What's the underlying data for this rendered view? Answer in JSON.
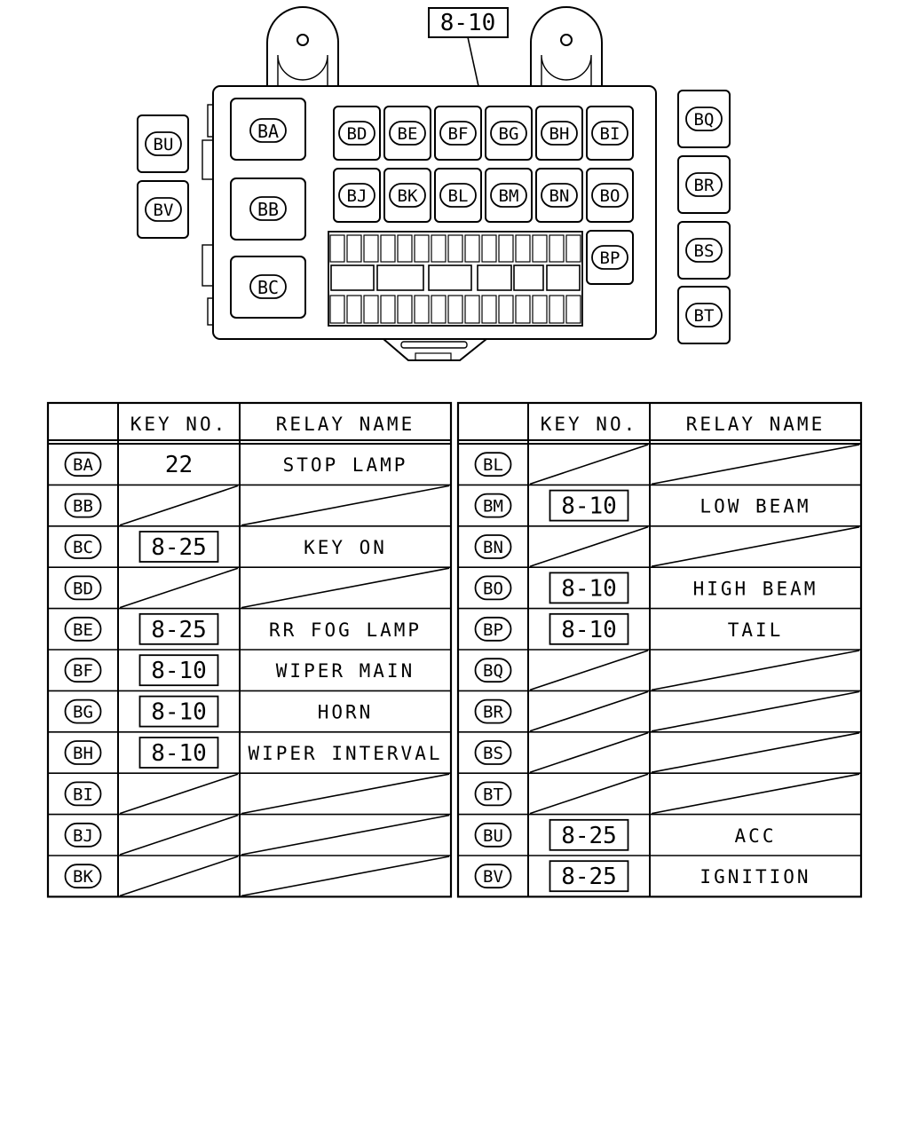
{
  "diagram": {
    "callout": "8-10",
    "connectors": {
      "BA": "BA",
      "BB": "BB",
      "BC": "BC",
      "BD": "BD",
      "BE": "BE",
      "BF": "BF",
      "BG": "BG",
      "BH": "BH",
      "BI": "BI",
      "BJ": "BJ",
      "BK": "BK",
      "BL": "BL",
      "BM": "BM",
      "BN": "BN",
      "BO": "BO",
      "BP": "BP",
      "BQ": "BQ",
      "BR": "BR",
      "BS": "BS",
      "BT": "BT",
      "BU": "BU",
      "BV": "BV"
    }
  },
  "table_left": {
    "headers": [
      "",
      "KEY NO.",
      "RELAY NAME"
    ],
    "rows": [
      {
        "id": "BA",
        "key": "22",
        "key_boxed": false,
        "name": "STOP LAMP"
      },
      {
        "id": "BB",
        "key": "",
        "key_boxed": false,
        "name": ""
      },
      {
        "id": "BC",
        "key": "8-25",
        "key_boxed": true,
        "name": "KEY ON"
      },
      {
        "id": "BD",
        "key": "",
        "key_boxed": false,
        "name": ""
      },
      {
        "id": "BE",
        "key": "8-25",
        "key_boxed": true,
        "name": "RR FOG LAMP"
      },
      {
        "id": "BF",
        "key": "8-10",
        "key_boxed": true,
        "name": "WIPER MAIN"
      },
      {
        "id": "BG",
        "key": "8-10",
        "key_boxed": true,
        "name": "HORN"
      },
      {
        "id": "BH",
        "key": "8-10",
        "key_boxed": true,
        "name": "WIPER INTERVAL"
      },
      {
        "id": "BI",
        "key": "",
        "key_boxed": false,
        "name": ""
      },
      {
        "id": "BJ",
        "key": "",
        "key_boxed": false,
        "name": ""
      },
      {
        "id": "BK",
        "key": "",
        "key_boxed": false,
        "name": ""
      }
    ]
  },
  "table_right": {
    "headers": [
      "",
      "KEY NO.",
      "RELAY NAME"
    ],
    "rows": [
      {
        "id": "BL",
        "key": "",
        "key_boxed": false,
        "name": ""
      },
      {
        "id": "BM",
        "key": "8-10",
        "key_boxed": true,
        "name": "LOW BEAM"
      },
      {
        "id": "BN",
        "key": "",
        "key_boxed": false,
        "name": ""
      },
      {
        "id": "BO",
        "key": "8-10",
        "key_boxed": true,
        "name": "HIGH BEAM"
      },
      {
        "id": "BP",
        "key": "8-10",
        "key_boxed": true,
        "name": "TAIL"
      },
      {
        "id": "BQ",
        "key": "",
        "key_boxed": false,
        "name": ""
      },
      {
        "id": "BR",
        "key": "",
        "key_boxed": false,
        "name": ""
      },
      {
        "id": "BS",
        "key": "",
        "key_boxed": false,
        "name": ""
      },
      {
        "id": "BT",
        "key": "",
        "key_boxed": false,
        "name": ""
      },
      {
        "id": "BU",
        "key": "8-25",
        "key_boxed": true,
        "name": "ACC"
      },
      {
        "id": "BV",
        "key": "8-25",
        "key_boxed": true,
        "name": "IGNITION"
      }
    ]
  }
}
